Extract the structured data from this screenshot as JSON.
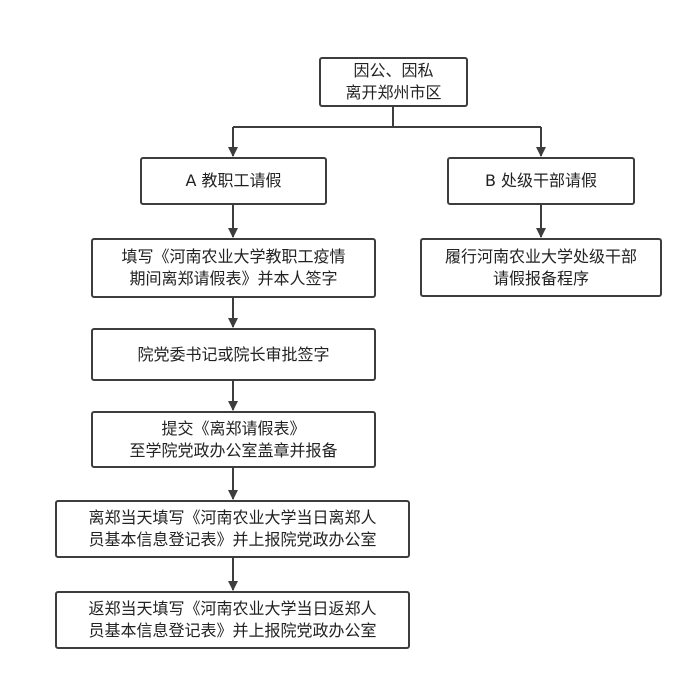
{
  "colors": {
    "stroke": "#3d3d3d",
    "text": "#222222",
    "background": "#ffffff"
  },
  "nodes": {
    "start": {
      "line1": "因公、因私",
      "line2": "离开郑州市区"
    },
    "branch_a": {
      "label": "A 教职工请假"
    },
    "branch_b": {
      "label": "B 处级干部请假"
    },
    "a_step1": {
      "line1": "填写《河南农业大学教职工疫情",
      "line2": "期间离郑请假表》并本人签字"
    },
    "a_step2": {
      "label": "院党委书记或院长审批签字"
    },
    "a_step3": {
      "line1": "提交《离郑请假表》",
      "line2": "至学院党政办公室盖章并报备"
    },
    "a_step4": {
      "line1": "离郑当天填写《河南农业大学当日离郑人",
      "line2": "员基本信息登记表》并上报院党政办公室"
    },
    "a_step5": {
      "line1": "返郑当天填写《河南农业大学当日返郑人",
      "line2": "员基本信息登记表》并上报院党政办公室"
    },
    "b_step1": {
      "line1": "履行河南农业大学处级干部",
      "line2": "请假报备程序"
    }
  }
}
